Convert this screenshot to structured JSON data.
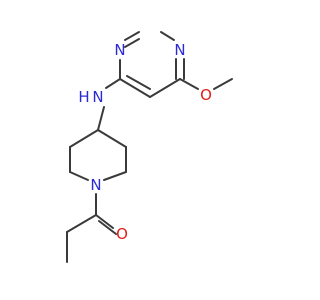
{
  "molecule": {
    "atoms": [
      {
        "id": "n_ring_a",
        "label": "N",
        "color": "#2b2bd6"
      },
      {
        "id": "n_ring_b",
        "label": "N",
        "color": "#2b2bd6"
      },
      {
        "id": "n_amine",
        "label": "N",
        "color": "#2b2bd6"
      },
      {
        "id": "h_amine",
        "label": "H",
        "color": "#2b2bd6"
      },
      {
        "id": "o_methoxy",
        "label": "O",
        "color": "#e0201a"
      },
      {
        "id": "n_piperidine",
        "label": "N",
        "color": "#2b2bd6"
      },
      {
        "id": "o_carbonyl",
        "label": "O",
        "color": "#e0201a"
      }
    ],
    "bond_color": "#3a3a3a"
  }
}
